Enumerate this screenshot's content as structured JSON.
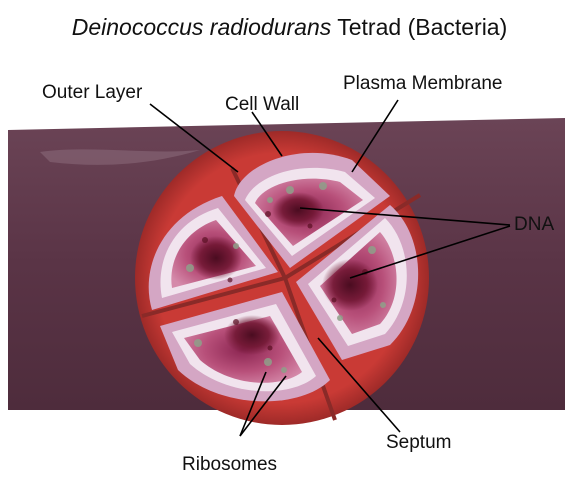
{
  "title": {
    "species": "Deinococcus radiodurans",
    "rest": "Tetrad (Bacteria)"
  },
  "labels": {
    "outer_layer": "Outer Layer",
    "cell_wall": "Cell Wall",
    "plasma_membrane": "Plasma Membrane",
    "dna": "DNA",
    "septum": "Septum",
    "ribosomes": "Ribosomes"
  },
  "colors": {
    "glass_slab": "#5a3446",
    "outer_layer": "#c93a35",
    "cell_wall": "#d4a6c4",
    "plasma_membrane": "#f1e4ee",
    "cytoplasm": "#b8507a",
    "dna": "#6e1530",
    "septum": "#8a2a28"
  }
}
